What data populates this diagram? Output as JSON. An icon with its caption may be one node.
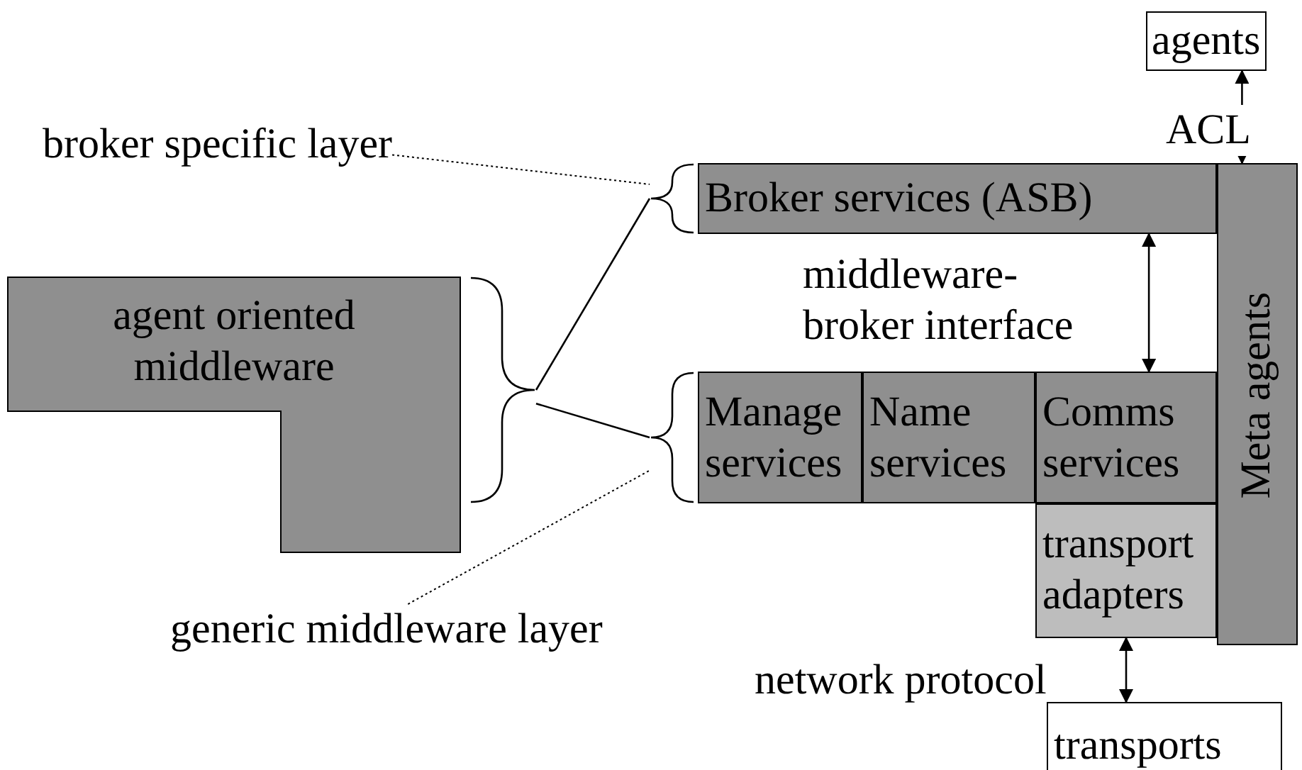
{
  "diagram": {
    "nodes": [
      {
        "text": [
          "agents"
        ]
      },
      {
        "text": [
          "broker specific layer"
        ]
      },
      {
        "text": [],
        "shape": "brace"
      },
      {
        "text": [
          "Broker services (ASB)"
        ]
      },
      {
        "text": [
          "Meta agents"
        ]
      },
      {
        "text": [
          "agent oriented middleware"
        ]
      },
      {
        "text": [],
        "shape": "brace"
      },
      {
        "text": [],
        "shape": "brace"
      },
      {
        "text": [
          "Manage services"
        ]
      },
      {
        "text": [
          "Name services"
        ]
      },
      {
        "text": [
          "Comms services"
        ]
      },
      {
        "text": [
          "transport adapters"
        ]
      },
      {
        "text": [
          "generic middleware layer"
        ]
      },
      {
        "text": [
          "transports"
        ]
      }
    ],
    "edges": [
      {
        "from": 0,
        "to": 4,
        "arrow": "both",
        "label": "ACL"
      },
      {
        "from": 1,
        "to": 2,
        "arrow": "none",
        "style": "dashed"
      },
      {
        "from": 3,
        "to": 10,
        "arrow": "both",
        "label": "middleware- broker interface"
      },
      {
        "from": 6,
        "to": 2,
        "arrow": "none"
      },
      {
        "from": 6,
        "to": 7,
        "arrow": "none"
      },
      {
        "from": 12,
        "to": 7,
        "arrow": "none",
        "style": "dashed"
      },
      {
        "from": 11,
        "to": 13,
        "arrow": "both",
        "label": "network protocol"
      }
    ]
  }
}
